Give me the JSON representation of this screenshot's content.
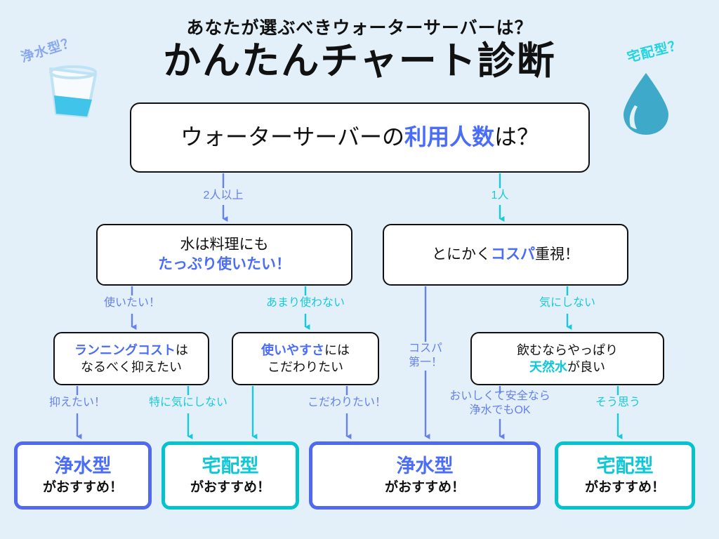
{
  "page": {
    "background_color": "#e3f0f9",
    "accent_blue": "#4a6cf7",
    "accent_cyan": "#0ec8d8"
  },
  "header": {
    "subtitle": "あなたが選ぶべきウォーターサーバーは？",
    "title": "かんたんチャート診断"
  },
  "decorations": {
    "left": {
      "label": "浄水型？",
      "icon": "water-glass-icon",
      "color": "#8aa8ee"
    },
    "right": {
      "label": "宅配型？",
      "icon": "water-drop-icon",
      "color": "#22d3e0"
    }
  },
  "chart_data": {
    "type": "flowchart",
    "title": "かんたんチャート診断",
    "nodes": [
      {
        "id": "q-root",
        "text_plain": "ウォーターサーバーの利用人数は？",
        "parts": [
          {
            "text": "ウォーターサーバーの",
            "style": "normal"
          },
          {
            "text": "利用人数",
            "style": "bold-blue"
          },
          {
            "text": "は？",
            "style": "normal"
          }
        ]
      },
      {
        "id": "q-left",
        "line1": "水は料理にも",
        "line2": "たっぷり使いたい！",
        "line2_style": "bold-blue"
      },
      {
        "id": "q-right",
        "text_plain": "とにかくコスパ重視！",
        "parts": [
          {
            "text": "とにかく",
            "style": "normal"
          },
          {
            "text": "コスパ",
            "style": "bold-blue"
          },
          {
            "text": "重視！",
            "style": "normal"
          }
        ]
      },
      {
        "id": "q-ll",
        "line1a": "ランニングコスト",
        "line1a_style": "bold-blue",
        "line1b": "は",
        "line2": "なるべく抑えたい"
      },
      {
        "id": "q-lr",
        "line1a": "使いやすさ",
        "line1a_style": "bold-blue",
        "line1b": "には",
        "line2": "こだわりたい"
      },
      {
        "id": "q-rr",
        "line1": "飲むならやっぱり",
        "line2a": "天然水",
        "line2a_style": "bold-cyan",
        "line2b": "が良い"
      }
    ],
    "edges": [
      {
        "id": "e-root-left",
        "label": "2人以上",
        "color": "#6580ef",
        "from": "q-root",
        "to": "q-left"
      },
      {
        "id": "e-root-right",
        "label": "1人",
        "color": "#19c9d8",
        "from": "q-root",
        "to": "q-right"
      },
      {
        "id": "e-left-ll",
        "label": "使いたい！",
        "color": "#6580ef",
        "from": "q-left",
        "to": "q-ll"
      },
      {
        "id": "e-left-lr",
        "label": "あまり使わない",
        "color": "#19c9d8",
        "from": "q-left",
        "to": "q-lr"
      },
      {
        "id": "e-right-cost",
        "label_line1": "コスパ",
        "label_line2": "第一！",
        "color": "#6580ef",
        "from": "q-right",
        "to": "r3"
      },
      {
        "id": "e-right-rr",
        "label": "気にしない",
        "color": "#19c9d8",
        "from": "q-right",
        "to": "q-rr"
      },
      {
        "id": "e-ll-r1",
        "label": "抑えたい！",
        "color": "#6580ef",
        "from": "q-ll",
        "to": "r1"
      },
      {
        "id": "e-ll-r2",
        "label": "特に気にしない",
        "color": "#19c9d8",
        "from": "q-ll",
        "to": "r2"
      },
      {
        "id": "e-lr-r2",
        "label": "",
        "color": "#19c9d8",
        "from": "q-lr",
        "to": "r2"
      },
      {
        "id": "e-lr-r3",
        "label": "こだわりたい！",
        "color": "#6580ef",
        "from": "q-lr",
        "to": "r3"
      },
      {
        "id": "e-rr-r3",
        "label_line1": "おいしくて安全なら",
        "label_line2": "浄水でもOK",
        "color": "#6580ef",
        "from": "q-rr",
        "to": "r3"
      },
      {
        "id": "e-rr-r4",
        "label": "そう思う",
        "color": "#19c9d8",
        "from": "q-rr",
        "to": "r4"
      }
    ],
    "results": [
      {
        "id": "r1",
        "type": "浄水型",
        "suffix": "がおすすめ！",
        "color": "#4a6cf7"
      },
      {
        "id": "r2",
        "type": "宅配型",
        "suffix": "がおすすめ！",
        "color": "#0ec8d8"
      },
      {
        "id": "r3",
        "type": "浄水型",
        "suffix": "がおすすめ！",
        "color": "#4a6cf7"
      },
      {
        "id": "r4",
        "type": "宅配型",
        "suffix": "がおすすめ！",
        "color": "#0ec8d8"
      }
    ]
  },
  "labels": {
    "e_root_left": "2人以上",
    "e_root_right": "1人",
    "e_left_ll": "使いたい！",
    "e_left_lr": "あまり使わない",
    "e_right_cost_1": "コスパ",
    "e_right_cost_2": "第一！",
    "e_right_rr": "気にしない",
    "e_ll_r1": "抑えたい！",
    "e_ll_r2": "特に気にしない",
    "e_lr_r3": "こだわりたい！",
    "e_rr_r3_1": "おいしくて安全なら",
    "e_rr_r3_2": "浄水でもOK",
    "e_rr_r4": "そう思う"
  },
  "nodes": {
    "root_a": "ウォーターサーバーの",
    "root_b": "利用人数",
    "root_c": "は？",
    "left_1": "水は料理にも",
    "left_2": "たっぷり使いたい！",
    "right_a": "とにかく",
    "right_b": "コスパ",
    "right_c": "重視！",
    "ll_1a": "ランニングコスト",
    "ll_1b": "は",
    "ll_2": "なるべく抑えたい",
    "lr_1a": "使いやすさ",
    "lr_1b": "には",
    "lr_2": "こだわりたい",
    "rr_1": "飲むならやっぱり",
    "rr_2a": "天然水",
    "rr_2b": "が良い"
  },
  "results": {
    "r1_type": "浄水型",
    "r1_sub": "がおすすめ！",
    "r2_type": "宅配型",
    "r2_sub": "がおすすめ！",
    "r3_type": "浄水型",
    "r3_sub": "がおすすめ！",
    "r4_type": "宅配型",
    "r4_sub": "がおすすめ！"
  }
}
